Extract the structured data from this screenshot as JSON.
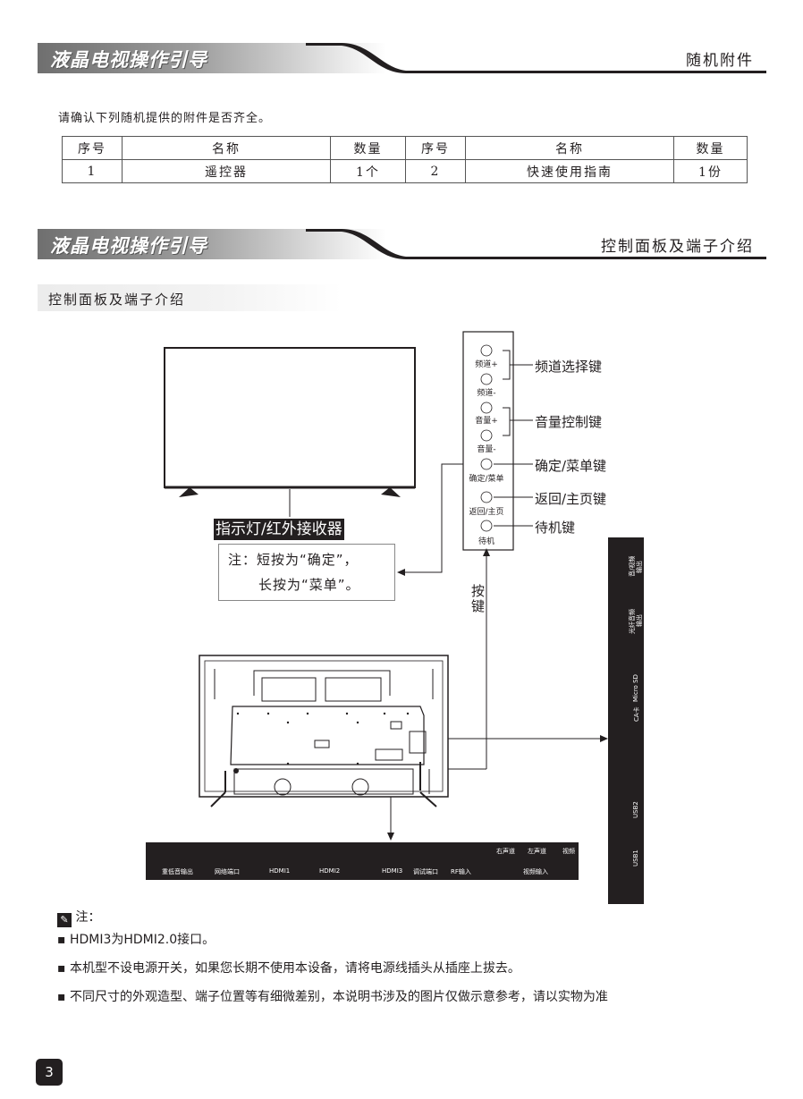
{
  "section1": {
    "band_title": "液晶电视操作引导",
    "band_right": "随机附件"
  },
  "intro": "请确认下列随机提供的附件是否齐全。",
  "accessories_table": {
    "headers": [
      "序号",
      "名称",
      "数量",
      "序号",
      "名称",
      "数量"
    ],
    "row": [
      "1",
      "遥控器",
      "1个",
      "2",
      "快速使用指南",
      "1份"
    ]
  },
  "section2": {
    "band_title": "液晶电视操作引导",
    "band_right": "控制面板及端子介绍"
  },
  "subheading": "控制面板及端子介绍",
  "side_buttons": [
    "频道+",
    "频道-",
    "音量+",
    "音量-",
    "确定/菜单",
    "返回/主页",
    "待机"
  ],
  "key_labels": {
    "channel": "频道选择键",
    "volume": "音量控制键",
    "ok_menu": "确定/菜单键",
    "back_home": "返回/主页键",
    "standby": "待机键"
  },
  "keys_vertical_label": [
    "按",
    "键"
  ],
  "indicator_label": "指示灯/红外接收器",
  "note_box": {
    "line1": "注：短按为“确定”，",
    "line2": "长按为“菜单”。"
  },
  "bottom_ports": [
    "重低音输出",
    "网络端口",
    "HDMI1",
    "HDMI2",
    "HDMI3",
    "调试端口",
    "RF输入"
  ],
  "av_ports": {
    "right": "右声道",
    "left": "左声道",
    "video": "视频",
    "group": "视频输入"
  },
  "side_ports": {
    "coax": [
      "音/视频",
      "输出"
    ],
    "optical": [
      "光纤音频",
      "输出"
    ],
    "micro_sd": "Micro SD",
    "ca_card": "CA卡",
    "usb2": "USB2",
    "usb1": "USB1"
  },
  "notes": {
    "heading": "注：",
    "items": [
      "▪ HDMI3为HDMI2.0接口。",
      "▪ 本机型不设电源开关，如果您长期不使用本设备，请将电源线插头从插座上拔去。",
      "▪ 不同尺寸的外观造型、端子位置等有细微差别，本说明书涉及的图片仅做示意参考，请以实物为准"
    ]
  },
  "page_number": "3"
}
